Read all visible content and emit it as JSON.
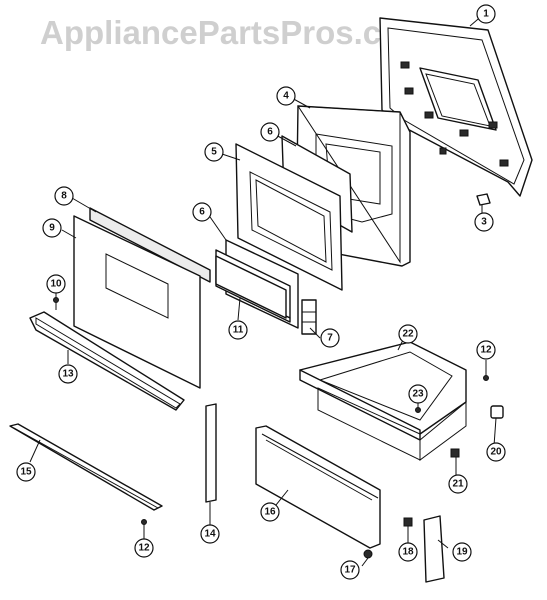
{
  "watermark": "AppliancePartsPros.com",
  "callouts": [
    "1",
    "3",
    "4",
    "5",
    "6",
    "6",
    "7",
    "8",
    "9",
    "10",
    "11",
    "12",
    "12",
    "13",
    "14",
    "15",
    "16",
    "17",
    "18",
    "19",
    "20",
    "21",
    "22",
    "23"
  ]
}
